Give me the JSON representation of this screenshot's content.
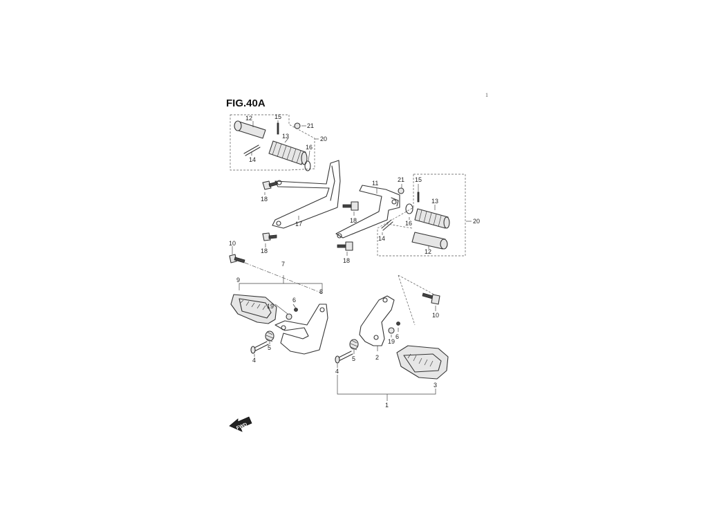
{
  "figure": {
    "title": "FIG.40A",
    "corner_mark": "1",
    "direction_arrow": "FWD"
  },
  "labels": {
    "p1": "1",
    "p2": "2",
    "p3": "3",
    "p4_left": "4",
    "p4_right": "4",
    "p5_left": "5",
    "p5_right": "5",
    "p6_left": "6",
    "p6_right": "6",
    "p7": "7",
    "p8": "8",
    "p9": "9",
    "p10_left": "10",
    "p10_right": "10",
    "p11": "11",
    "p12_left": "12",
    "p12_right": "12",
    "p13_left": "13",
    "p13_right": "13",
    "p14_left": "14",
    "p14_right": "14",
    "p15_left": "15",
    "p15_right": "15",
    "p16_left": "16",
    "p16_right": "16",
    "p17": "17",
    "p18_a": "18",
    "p18_b": "18",
    "p18_c": "18",
    "p18_d": "18",
    "p19_left": "19",
    "p19_right": "19",
    "p20_left": "20",
    "p20_right": "20",
    "p21_left": "21",
    "p21_right": "21"
  }
}
